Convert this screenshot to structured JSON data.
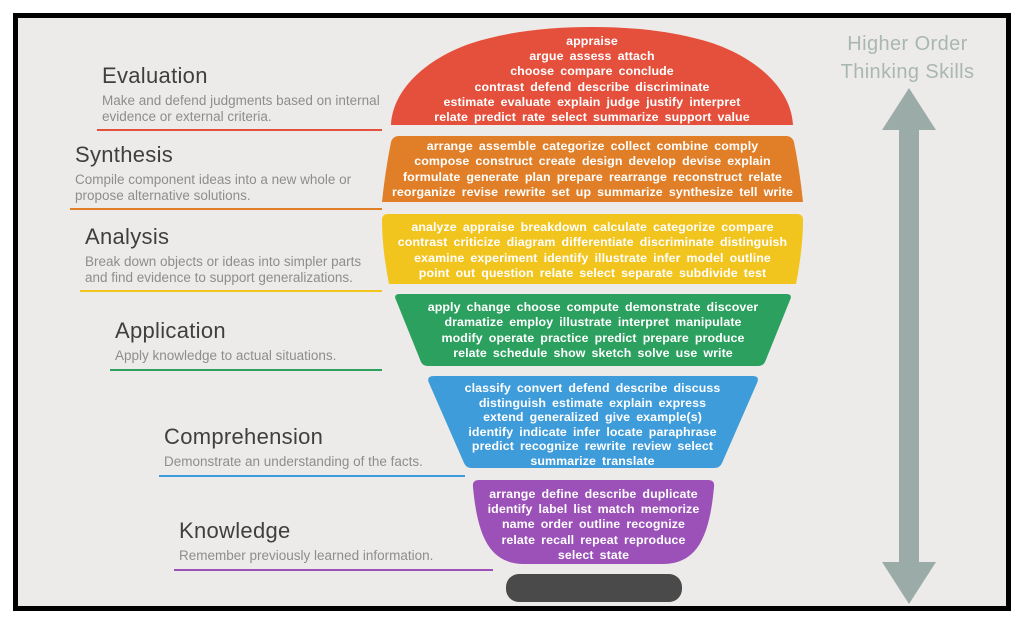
{
  "canvas": {
    "background": "#EDEBE9",
    "frame_color": "#000000"
  },
  "scale": {
    "title_line1": "Higher Order",
    "title_line2": "Thinking Skills",
    "label_color": "#A9B7B2",
    "arrow_color": "#9BACA8"
  },
  "bulb": {
    "base_color": "#4A4A4A"
  },
  "levels": [
    {
      "name": "Evaluation",
      "description": "Make and defend judgments based on internal\nevidence or external criteria.",
      "color": "#E5503C",
      "verbs": "appraise\nargue assess attach\nchoose compare conclude\ncontrast defend describe discriminate\nestimate evaluate explain judge justify interpret\nrelate predict rate select summarize support value"
    },
    {
      "name": "Synthesis",
      "description": "Compile component ideas into a new whole or\npropose alternative solutions.",
      "color": "#E07F28",
      "verbs": "arrange assemble categorize collect combine comply\ncompose construct create design develop devise explain\nformulate generate plan prepare rearrange reconstruct relate\nreorganize revise rewrite set up summarize synthesize tell write"
    },
    {
      "name": "Analysis",
      "description": "Break down objects or ideas into simpler parts\nand find evidence to support generalizations.",
      "color": "#F2C41E",
      "verbs": "analyze appraise breakdown calculate categorize compare\ncontrast criticize diagram differentiate discriminate distinguish\nexamine experiment identify illustrate infer model outline\npoint out question relate select separate subdivide test"
    },
    {
      "name": "Application",
      "description": "Apply knowledge to actual situations.",
      "color": "#2BA05F",
      "verbs": "apply change choose compute demonstrate discover\ndramatize employ illustrate interpret manipulate\nmodify operate practice predict prepare produce\nrelate schedule show sketch solve use write"
    },
    {
      "name": "Comprehension",
      "description": "Demonstrate an understanding of the facts.",
      "color": "#3E9CDA",
      "verbs": "classify convert defend describe discuss\ndistinguish estimate explain express\nextend generalized give example(s)\nidentify indicate infer locate paraphrase\npredict recognize rewrite review select\nsummarize translate"
    },
    {
      "name": "Knowledge",
      "description": "Remember previously learned information.",
      "color": "#9C51B8",
      "verbs": "arrange define describe duplicate\nidentify label list match memorize\nname order outline recognize\nrelate recall repeat reproduce\nselect state"
    }
  ]
}
